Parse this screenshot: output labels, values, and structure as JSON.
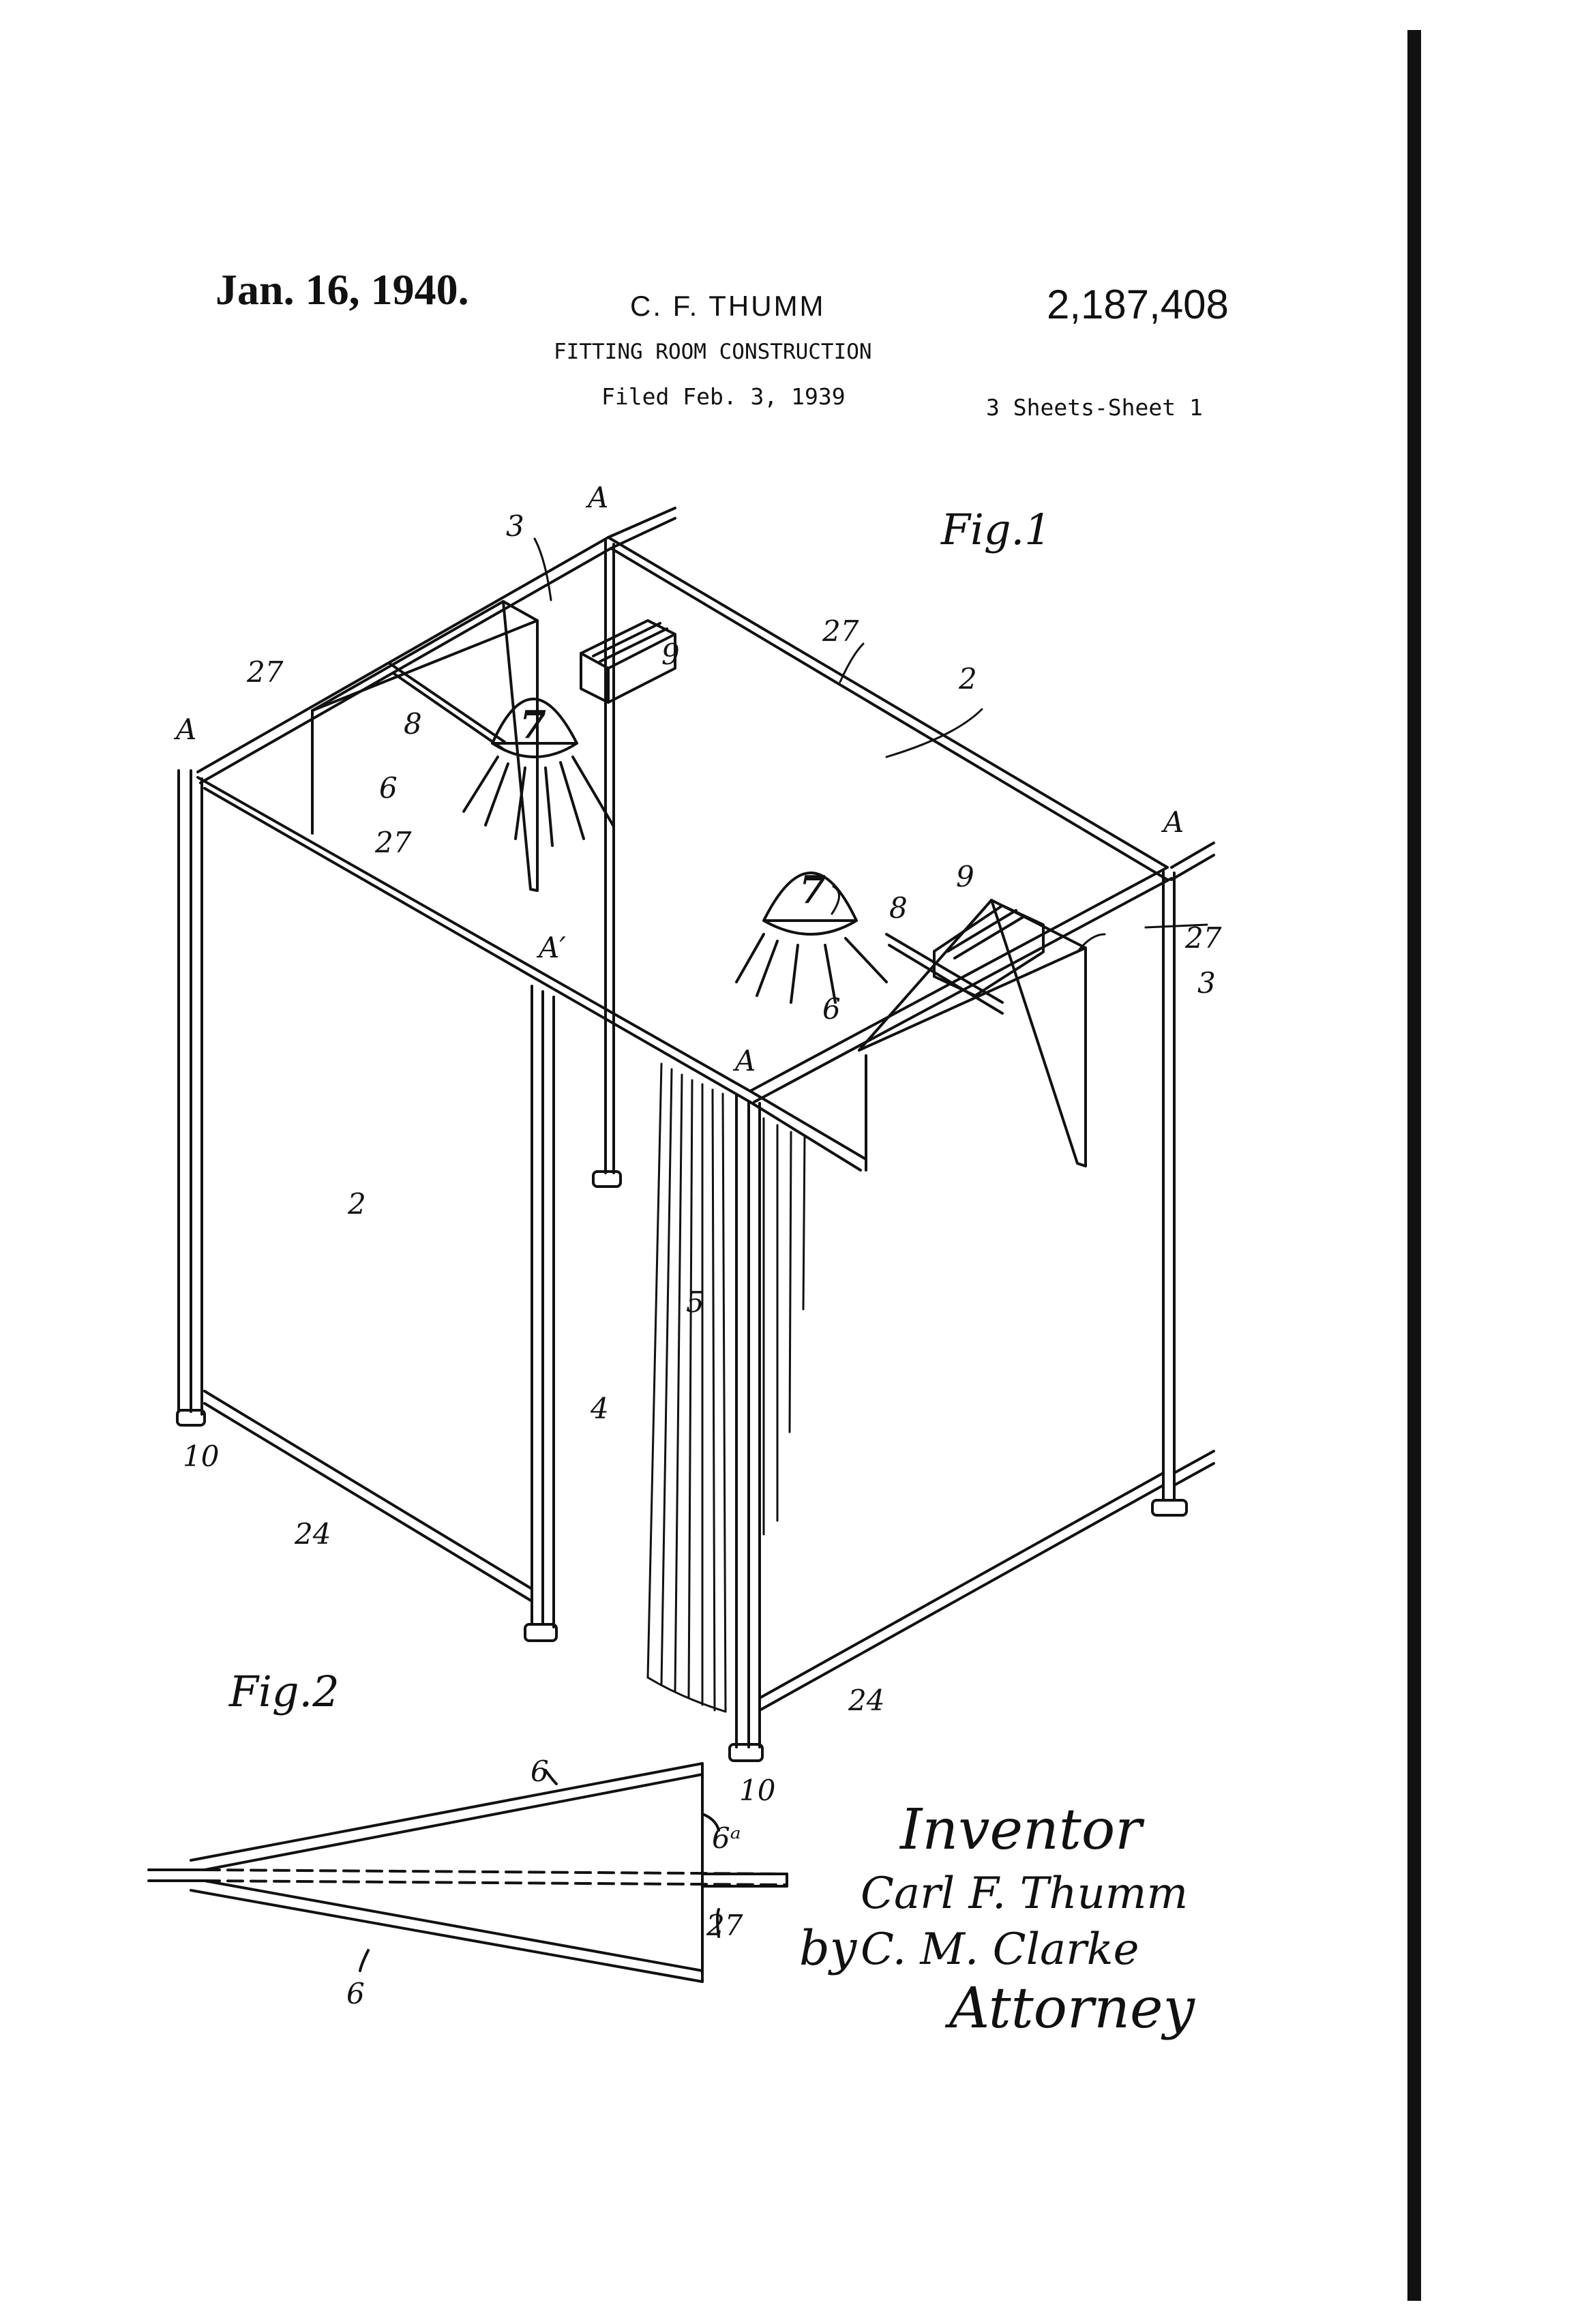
{
  "header": {
    "date": "Jan. 16, 1940.",
    "inventor": "C. F. THUMM",
    "patent_number": "2,187,408",
    "title": "FITTING ROOM CONSTRUCTION",
    "filed": "Filed Feb. 3, 1939",
    "sheets": "3 Sheets-Sheet 1"
  },
  "figures": {
    "fig1": "Fig.1",
    "fig2": "Fig.2"
  },
  "labels": {
    "A": "A",
    "A_prime": "A′",
    "n2": "2",
    "n3": "3",
    "n4": "4",
    "n5": "5",
    "n6": "6",
    "n6a": "6ᵃ",
    "n7": "7",
    "n8": "8",
    "n9": "9",
    "n10": "10",
    "n24": "24",
    "n27": "27"
  },
  "signature": {
    "inventor_label": "Inventor",
    "inventor_name": "Carl F. Thumm",
    "by": "by",
    "attorney_name": "C. M. Clarke",
    "attorney_label": "Attorney"
  }
}
